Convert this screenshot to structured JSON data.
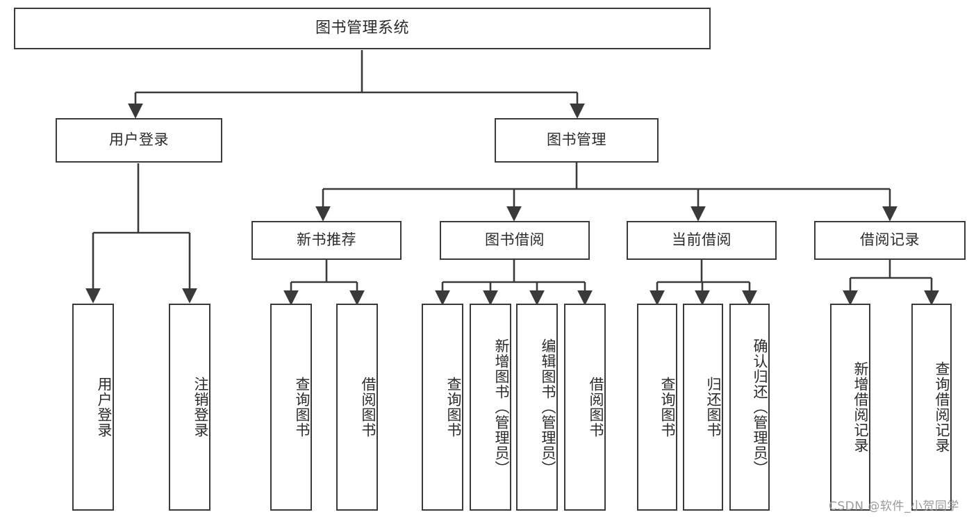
{
  "diagram": {
    "title": "图书管理系统",
    "type": "tree-hierarchy",
    "stroke_color": "#3a3a3a",
    "text_color": "#2b2b2b",
    "background": "#ffffff"
  },
  "root": {
    "label": "图书管理系统"
  },
  "level1": [
    {
      "id": "user-login",
      "label": "用户登录"
    },
    {
      "id": "book-management",
      "label": "图书管理"
    }
  ],
  "level2": [
    {
      "id": "new-book-recommend",
      "label": "新书推荐",
      "parent": "book-management"
    },
    {
      "id": "book-borrow",
      "label": "图书借阅",
      "parent": "book-management"
    },
    {
      "id": "current-borrow",
      "label": "当前借阅",
      "parent": "book-management"
    },
    {
      "id": "borrow-record",
      "label": "借阅记录",
      "parent": "book-management"
    }
  ],
  "leaves": {
    "user_login": [
      {
        "id": "leaf-user-login",
        "label": "用户登录"
      },
      {
        "id": "leaf-logout",
        "label": "注销登录"
      }
    ],
    "new_book_recommend": [
      {
        "id": "leaf-query-book-1",
        "label": "查询图书"
      },
      {
        "id": "leaf-borrow-book-1",
        "label": "借阅图书"
      }
    ],
    "book_borrow": [
      {
        "id": "leaf-query-book-2",
        "label": "查询图书"
      },
      {
        "id": "leaf-add-book",
        "label": "新增图书（管理员）"
      },
      {
        "id": "leaf-edit-book",
        "label": "编辑图书（管理员）"
      },
      {
        "id": "leaf-borrow-book-2",
        "label": "借阅图书"
      }
    ],
    "current_borrow": [
      {
        "id": "leaf-query-book-3",
        "label": "查询图书"
      },
      {
        "id": "leaf-return-book",
        "label": "归还图书"
      },
      {
        "id": "leaf-confirm-return",
        "label": "确认归还（管理员）"
      }
    ],
    "borrow_record": [
      {
        "id": "leaf-add-record",
        "label": "新增借阅记录"
      },
      {
        "id": "leaf-query-record",
        "label": "查询借阅记录"
      }
    ]
  },
  "watermark": {
    "text": "CSDN @软件_小贺同学"
  }
}
